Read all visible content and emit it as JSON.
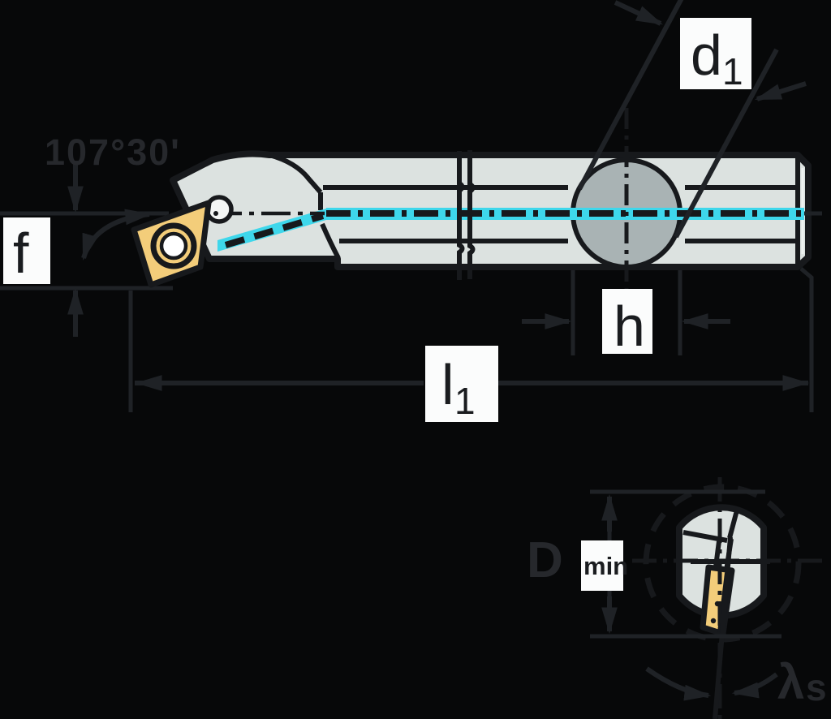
{
  "title": "Boring bar with indexable insert — dimensioned technical drawing, side view and front detail view",
  "colors": {
    "bg": "#070809",
    "line": "#17191c",
    "dim": "#1f2226",
    "darkText": "#26282c",
    "body": "#dce2e0",
    "ball": "#a9b3b4",
    "insert": "#f3cd7a",
    "coolant": "#3ed7eb",
    "labelBox": "#fbfcfc",
    "labelText": "#1a1c1f",
    "screwWhite": "#f4f6f5",
    "highlight": "#eef2f0"
  },
  "labels": {
    "approach_angle": "107°30'",
    "tip_offset": "f",
    "shank_diameter": {
      "base": "d",
      "sub": "1"
    },
    "shank_height": "h",
    "overall_length": {
      "base": "l",
      "sub": "1"
    },
    "min_bore_diameter": {
      "base": "D",
      "sub": "min"
    },
    "inclination_angle": {
      "base": "λ",
      "sub": "s"
    }
  }
}
